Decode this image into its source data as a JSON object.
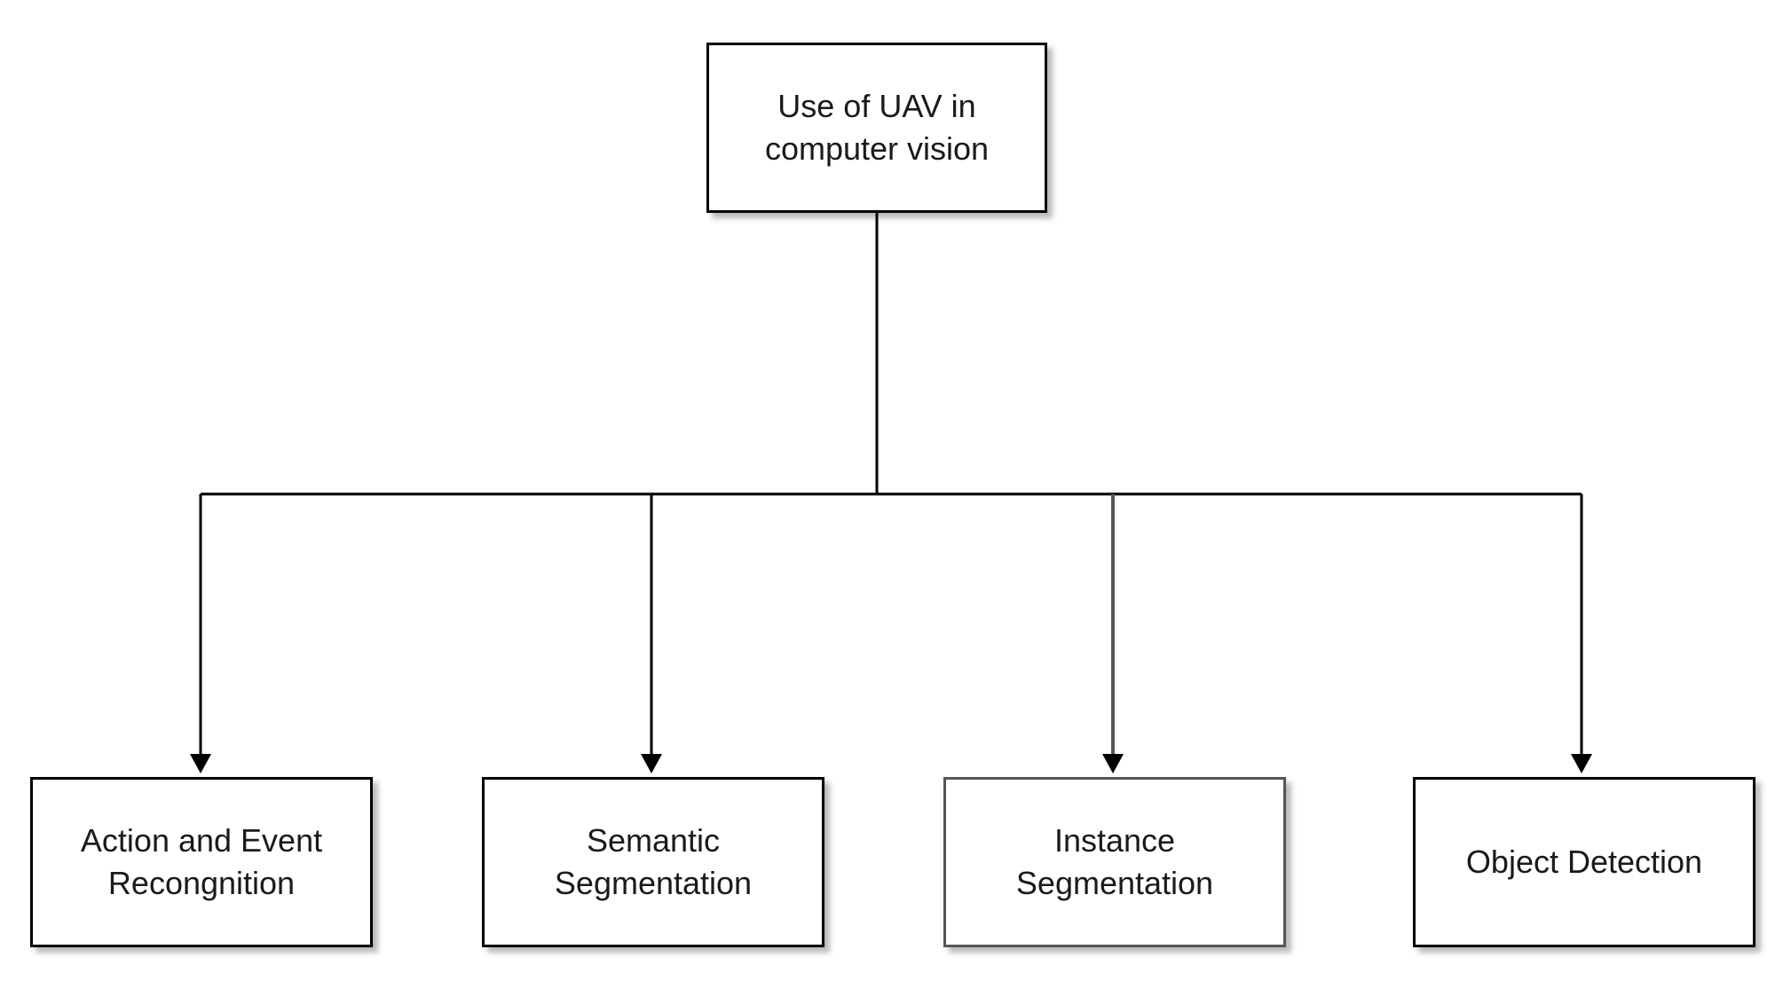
{
  "diagram": {
    "root": {
      "label": "Use of UAV in\ncomputer vision"
    },
    "children": [
      {
        "label": "Action and Event\nRecongnition"
      },
      {
        "label": "Semantic\nSegmentation"
      },
      {
        "label": "Instance\nSegmentation"
      },
      {
        "label": "Object Detection"
      }
    ],
    "edges": [
      {
        "from": "root",
        "to": "children.0"
      },
      {
        "from": "root",
        "to": "children.1"
      },
      {
        "from": "root",
        "to": "children.2"
      },
      {
        "from": "root",
        "to": "children.3"
      }
    ]
  }
}
